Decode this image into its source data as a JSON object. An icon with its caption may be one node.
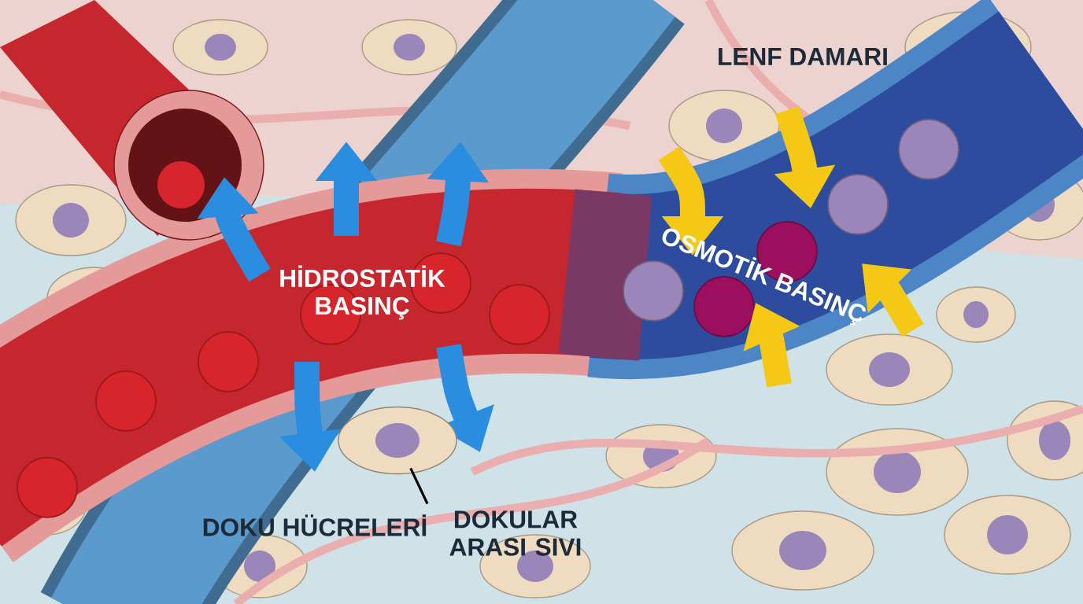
{
  "diagram": {
    "nodes": [
      {
        "text": [
          "DOKU HÜCRELERİ"
        ]
      },
      {
        "text": [],
        "shape": "picture"
      }
    ],
    "edges": [
      {
        "from": 0,
        "to": 1,
        "arrow": "none"
      }
    ],
    "labels": [
      "LENF DAMARI",
      "HİDROSTATİK BASINÇ",
      "OSMOTİK BASINÇ",
      "DOKULAR ARASI SIVI"
    ]
  }
}
